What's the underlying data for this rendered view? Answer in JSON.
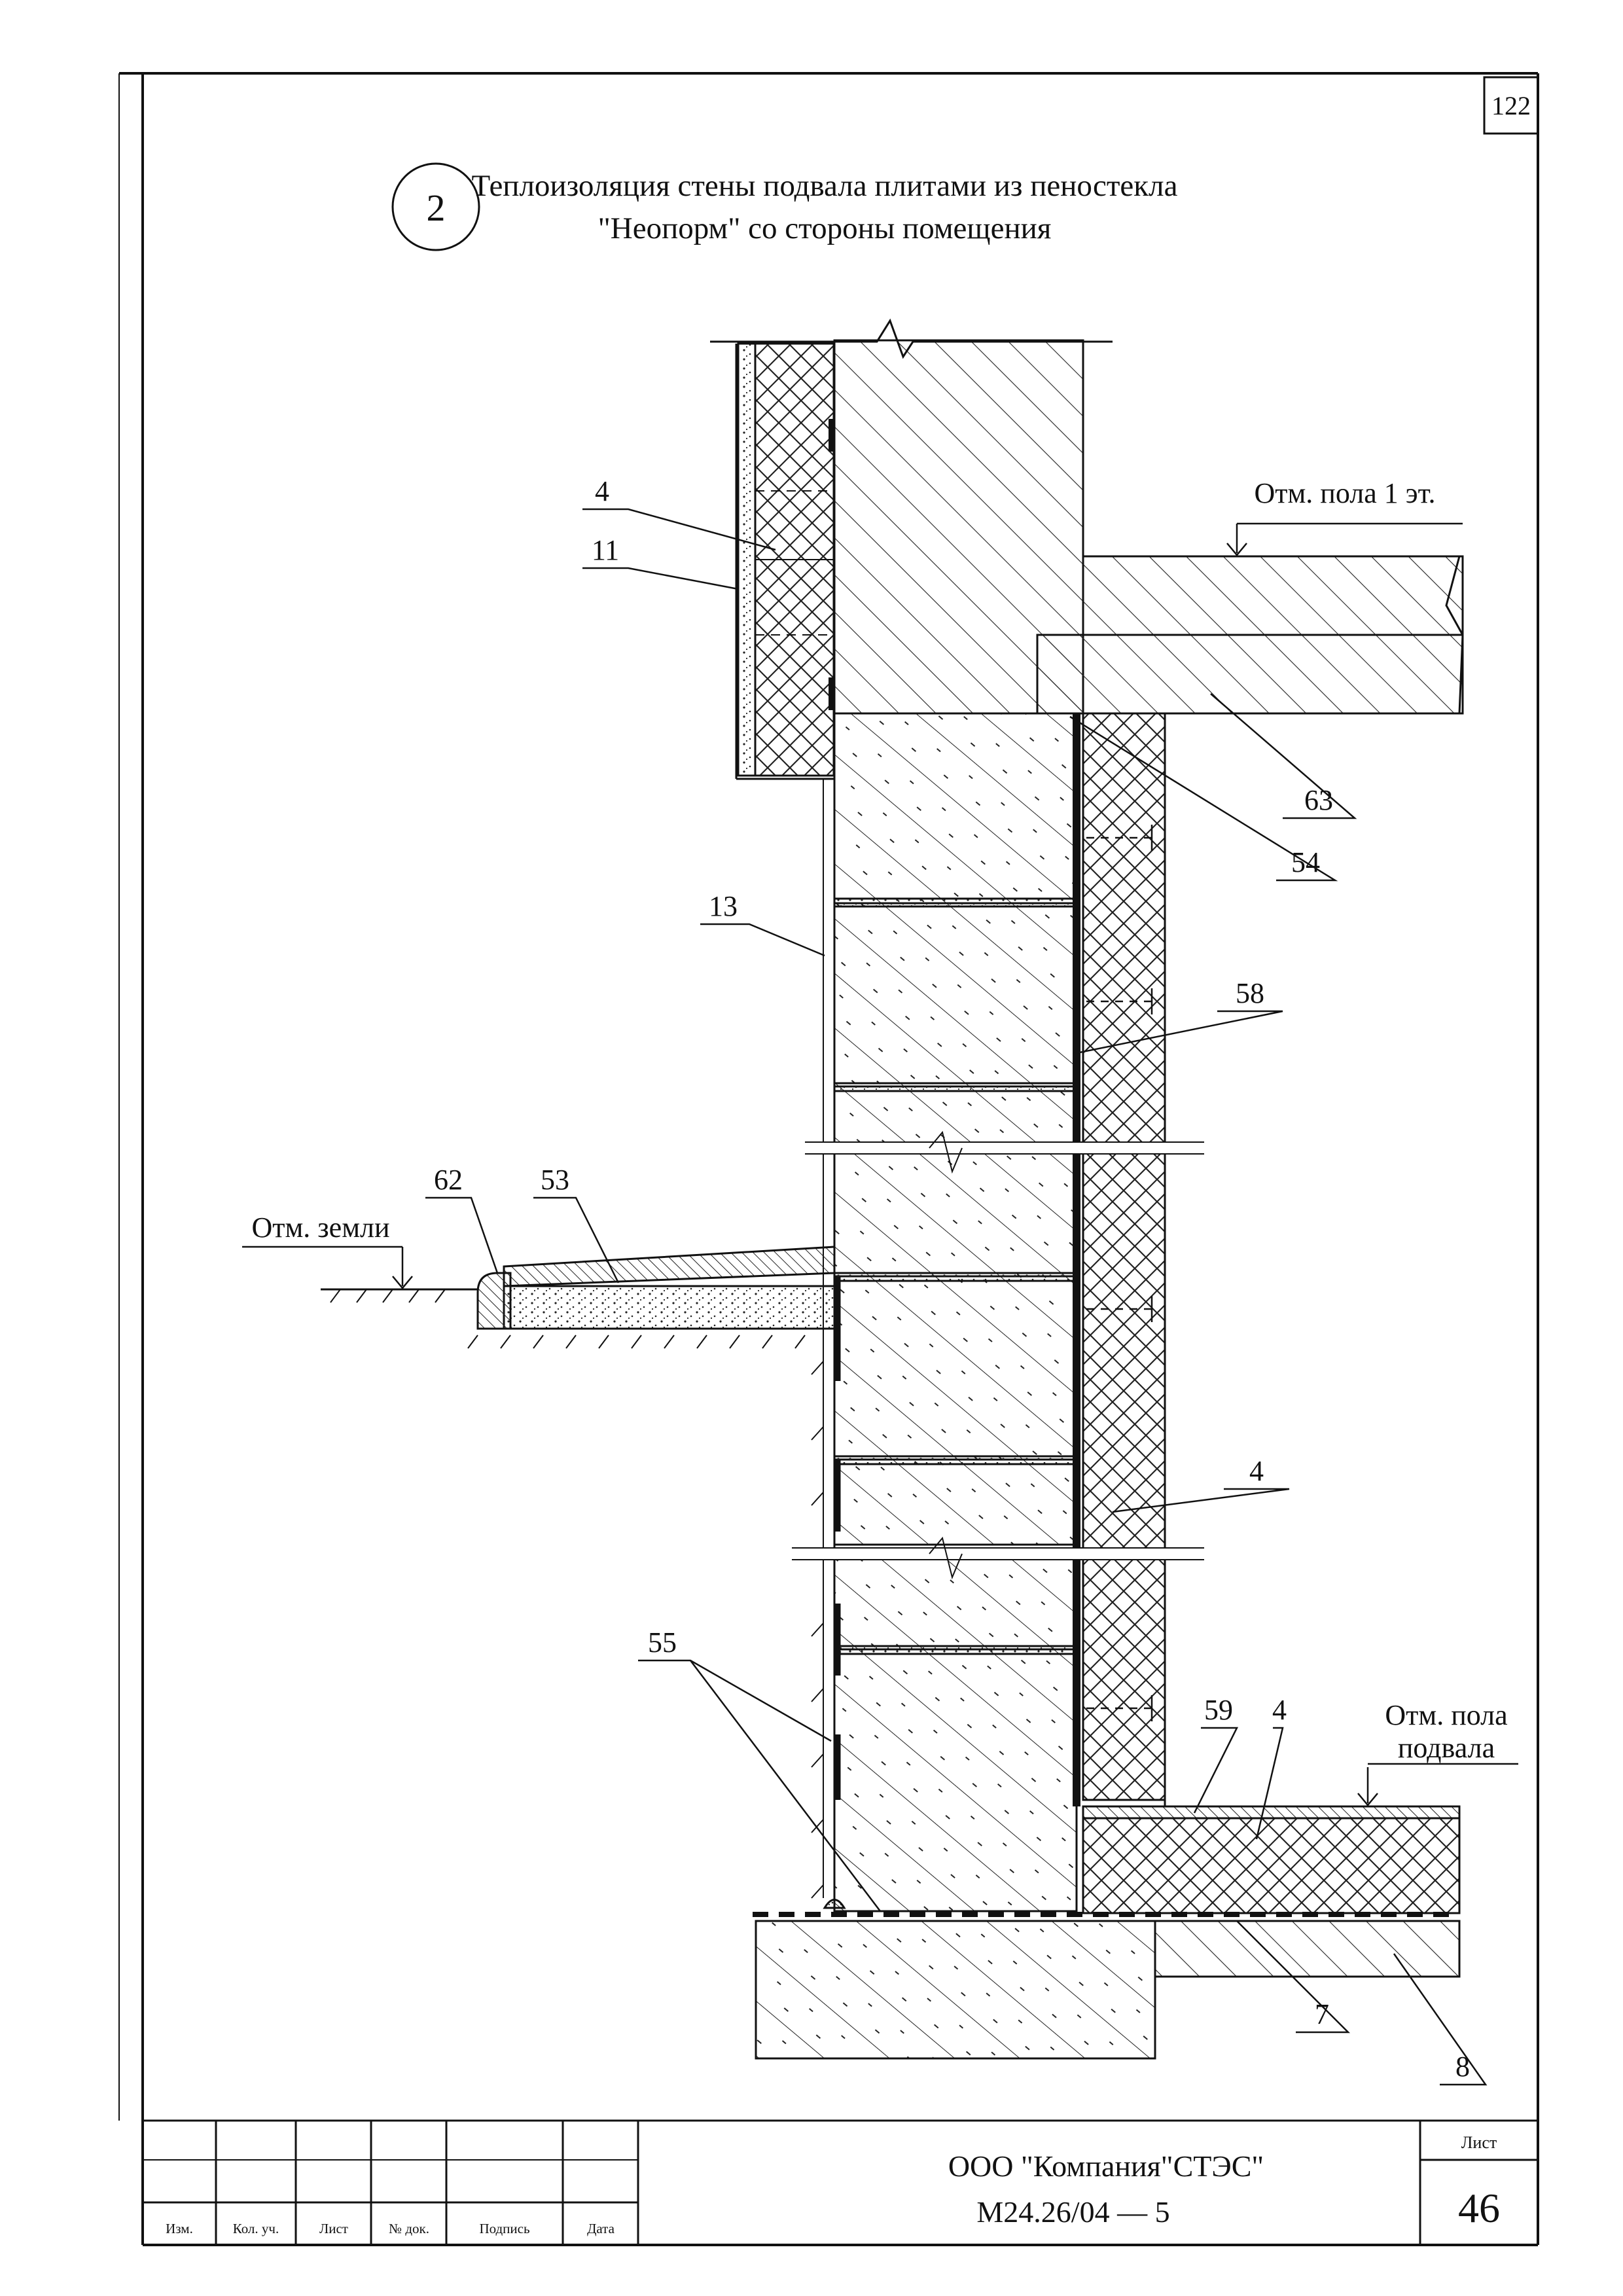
{
  "page_number": "122",
  "detail": {
    "number": "2",
    "title_line1": "Теплоизоляция стены подвала плитами из пеностекла",
    "title_line2": "\"Неопорм\" со стороны помещения"
  },
  "levels": {
    "floor_1": "Отм. пола 1 эт.",
    "ground": "Отм. земли",
    "basement_floor_line1": "Отм. пола",
    "basement_floor_line2": "подвала"
  },
  "callouts": {
    "c4_top": "4",
    "c11": "11",
    "c63": "63",
    "c54": "54",
    "c13": "13",
    "c58": "58",
    "c62": "62",
    "c53": "53",
    "c4_mid": "4",
    "c55": "55",
    "c59": "59",
    "c4_floor": "4",
    "c7": "7",
    "c8": "8"
  },
  "title_block": {
    "col_izm": "Изм.",
    "col_kol": "Кол. уч.",
    "col_list": "Лист",
    "col_doc": "№ док.",
    "col_sign": "Подпись",
    "col_date": "Дата",
    "organization": "ООО \"Компания\"СТЭС\"",
    "document_code": "М24.26/04 — 5",
    "sheet_label": "Лист",
    "sheet_number": "46"
  }
}
